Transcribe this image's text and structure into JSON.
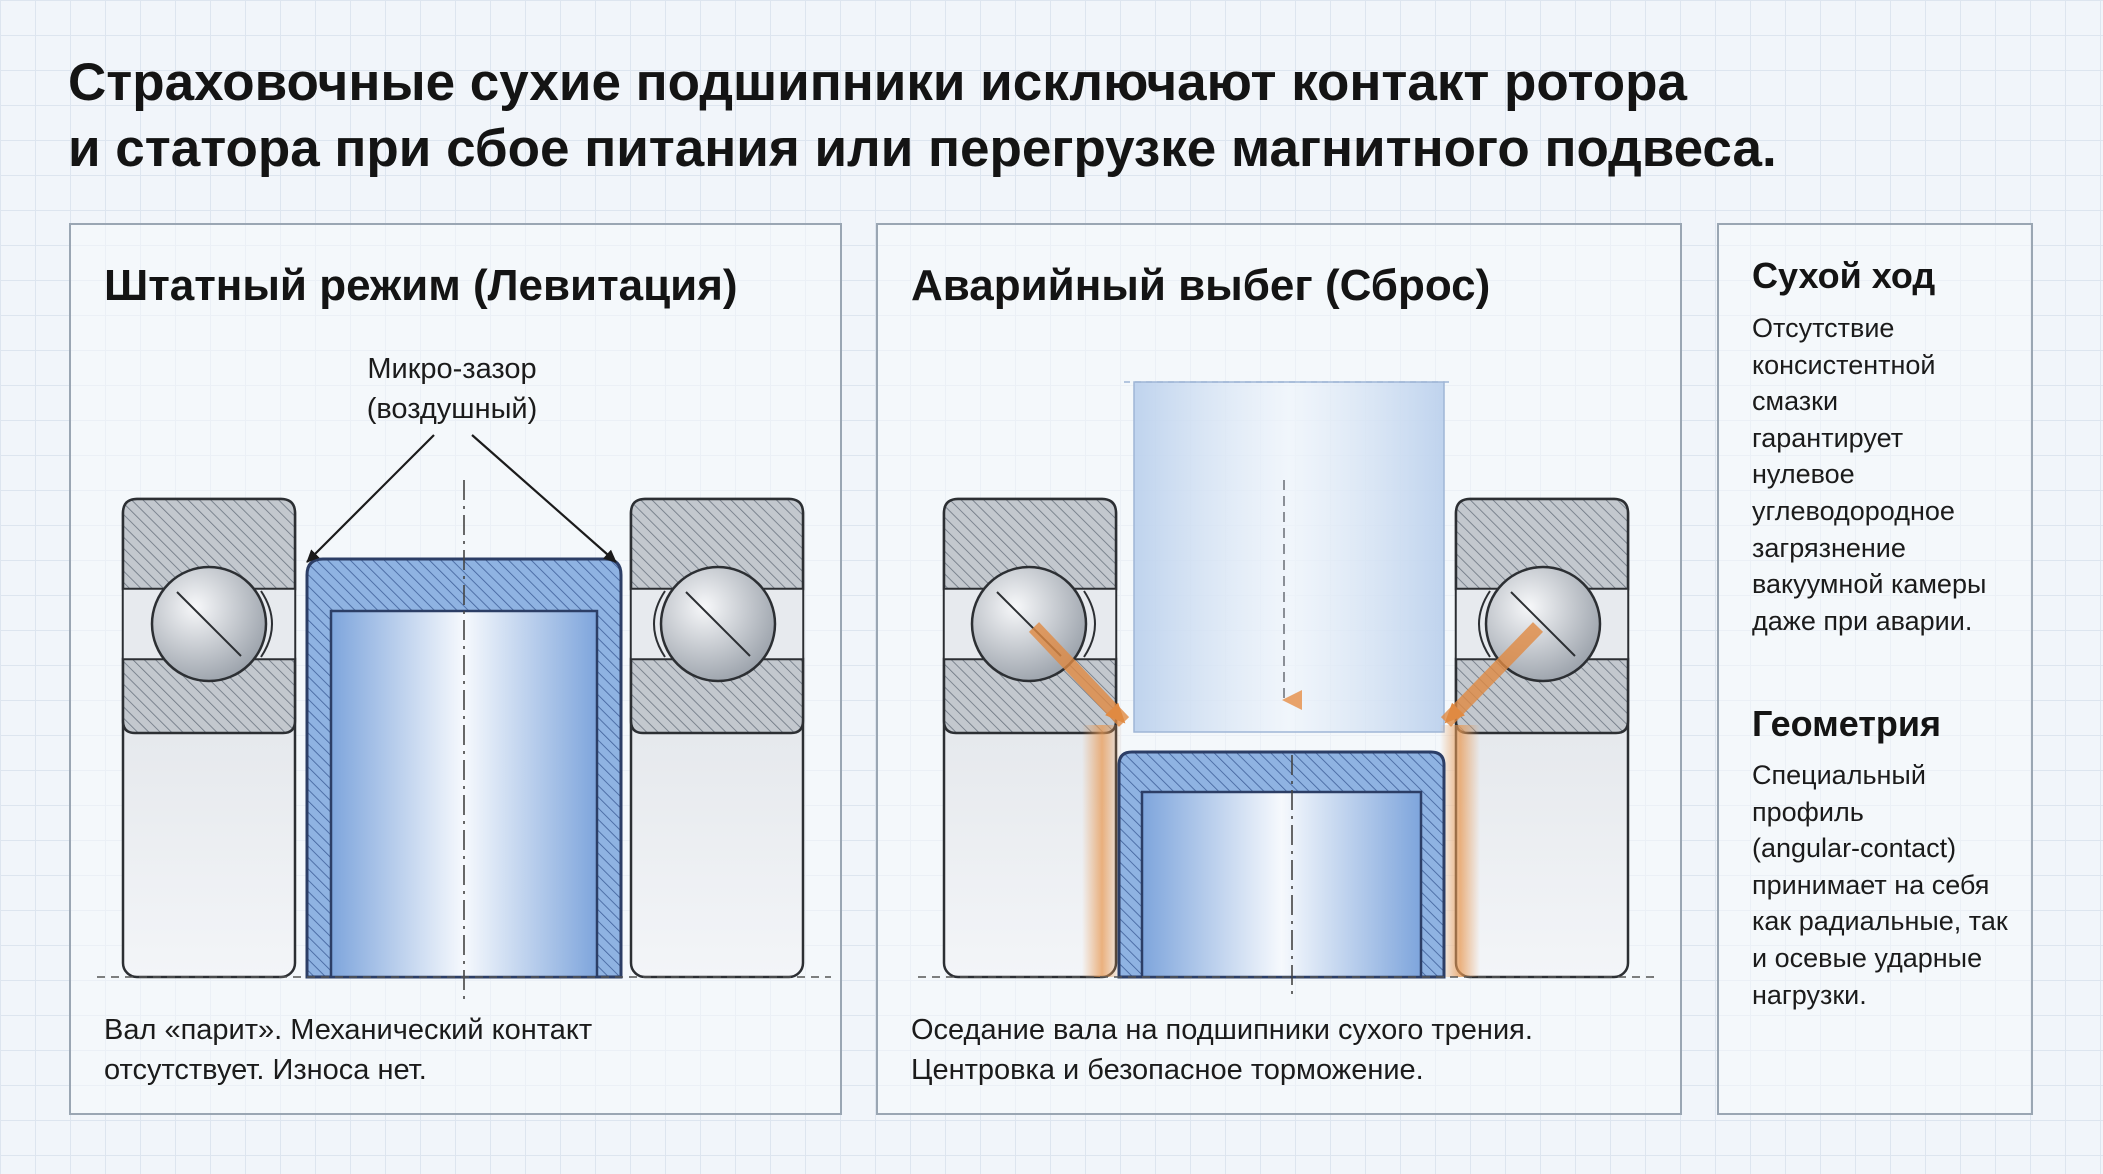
{
  "title": {
    "line1": "Страховочные сухие подшипники исключают контакт ротора",
    "line2": "и статора при сбое питания или перегрузке магнитного подвеса."
  },
  "panels": {
    "normal": {
      "title": "Штатный режим (Левитация)",
      "gap_label_line1": "Микро-зазор",
      "gap_label_line2": "(воздушный)",
      "caption_line1": "Вал «парит». Механический контакт",
      "caption_line2": "отсутствует. Износа нет."
    },
    "emergency": {
      "title": "Аварийный выбег (Сброс)",
      "caption_line1": "Оседание вала на подшипники сухого трения.",
      "caption_line2": "Центровка и безопасное торможение."
    }
  },
  "sidebar": {
    "dry_heading": "Сухой ход",
    "dry_lines": [
      "Отсутствие",
      "консистентной",
      "смазки",
      "гарантирует",
      "нулевое",
      "углеводородное",
      "загрязнение",
      "вакуумной камеры",
      "даже при аварии."
    ],
    "geom_heading": "Геометрия",
    "geom_lines": [
      "Специальный",
      "профиль",
      "(angular-contact)",
      "принимает на себя",
      "как радиальные, так",
      "и осевые ударные",
      "нагрузки."
    ]
  },
  "colors": {
    "shaft_blue": "#8fb3e2",
    "shaft_edge": "#4a6fae",
    "contact_orange": "#e89a55",
    "housing_gray": "#c3c8ce",
    "ball_gray": "#b7bdc4"
  }
}
